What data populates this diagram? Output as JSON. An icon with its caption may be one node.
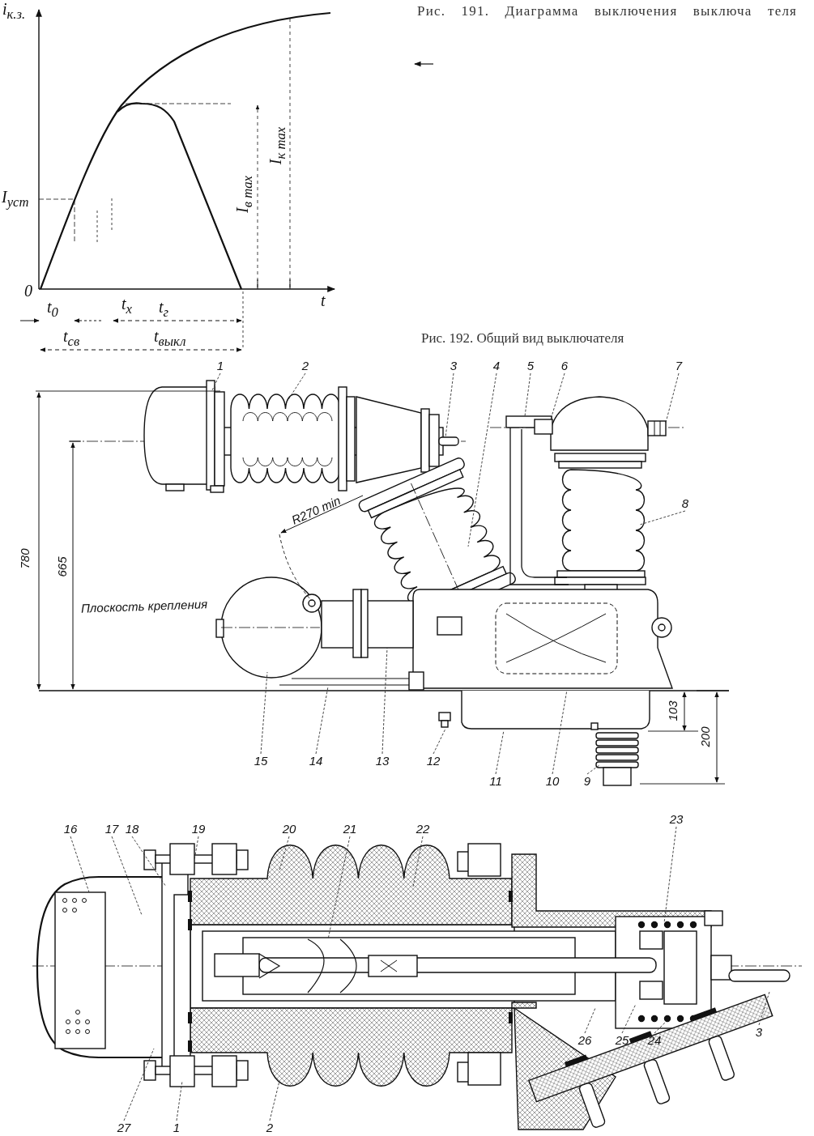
{
  "diagram": {
    "nodes": [
      {
        "text": [
          "1"
        ]
      },
      {
        "text": [
          "2"
        ]
      },
      {
        "text": [
          "3"
        ]
      },
      {
        "text": [
          "4"
        ]
      },
      {
        "text": [
          "5"
        ]
      },
      {
        "text": [
          "6"
        ]
      },
      {
        "text": [
          "7"
        ]
      },
      {
        "text": [
          "8"
        ]
      },
      {
        "text": [
          "15"
        ]
      },
      {
        "text": [
          "14"
        ]
      },
      {
        "text": [
          "13"
        ]
      },
      {
        "text": [
          "12"
        ]
      },
      {
        "text": [
          "11"
        ]
      },
      {
        "text": [
          "10"
        ]
      },
      {
        "text": [
          "9"
        ]
      },
      {
        "text": [
          "23"
        ]
      },
      {
        "text": [
          "16"
        ]
      },
      {
        "text": [
          "17"
        ]
      },
      {
        "text": [
          "18"
        ]
      },
      {
        "text": [
          "19"
        ]
      },
      {
        "text": [
          "20"
        ]
      },
      {
        "text": [
          "21"
        ]
      },
      {
        "text": [
          "22"
        ]
      },
      {
        "text": [
          "3"
        ]
      },
      {
        "text": [
          "26"
        ]
      },
      {
        "text": [
          "25"
        ]
      },
      {
        "text": [
          "24"
        ]
      },
      {
        "text": [
          "27"
        ]
      },
      {
        "text": [
          "1"
        ]
      },
      {
        "text": [
          "2"
        ]
      }
    ],
    "edges": [
      {
        "from": 0,
        "to": null,
        "arrow": "none"
      },
      {
        "from": 1,
        "to": null,
        "arrow": "none"
      },
      {
        "from": 2,
        "to": null,
        "arrow": "none"
      },
      {
        "from": 3,
        "to": null,
        "arrow": "none"
      },
      {
        "from": 4,
        "to": null,
        "arrow": "none"
      },
      {
        "from": 5,
        "to": null,
        "arrow": "none"
      },
      {
        "from": 6,
        "to": null,
        "arrow": "none"
      },
      {
        "from": 7,
        "to": null,
        "arrow": "none"
      },
      {
        "from": 8,
        "to": null,
        "arrow": "none"
      },
      {
        "from": 9,
        "to": null,
        "arrow": "none"
      },
      {
        "from": 10,
        "to": null,
        "arrow": "none"
      },
      {
        "from": 11,
        "to": null,
        "arrow": "none"
      },
      {
        "from": 12,
        "to": null,
        "arrow": "none"
      },
      {
        "from": 13,
        "to": null,
        "arrow": "none"
      },
      {
        "from": 14,
        "to": null,
        "arrow": "none"
      },
      {
        "from": 15,
        "to": null,
        "arrow": "none"
      },
      {
        "from": 16,
        "to": null,
        "arrow": "none"
      },
      {
        "from": 17,
        "to": null,
        "arrow": "none"
      },
      {
        "from": 18,
        "to": null,
        "arrow": "none"
      },
      {
        "from": 19,
        "to": null,
        "arrow": "none"
      },
      {
        "from": 20,
        "to": null,
        "arrow": "none"
      },
      {
        "from": 21,
        "to": null,
        "arrow": "none"
      },
      {
        "from": 22,
        "to": null,
        "arrow": "none"
      },
      {
        "from": 23,
        "to": null,
        "arrow": "none"
      },
      {
        "from": 24,
        "to": null,
        "arrow": "none"
      },
      {
        "from": 25,
        "to": null,
        "arrow": "none"
      },
      {
        "from": 26,
        "to": null,
        "arrow": "none"
      },
      {
        "from": 27,
        "to": null,
        "arrow": "none"
      },
      {
        "from": 28,
        "to": null,
        "arrow": "none"
      },
      {
        "from": 29,
        "to": null,
        "arrow": "none"
      }
    ],
    "labels": [
      "Рис. 191. Диаграмма выключения выключа теля",
      "Рис. 192. Общий вид выключателя",
      "i$_{к.з.}$",
      "I$_{уст}$",
      "0",
      "t",
      "t$_{0}$",
      "t$_{x}$",
      "t$_{г}$",
      "t$_{св}$",
      "t$_{выкл}$",
      "I$_{в max}$",
      "I$_{к max}$",
      "780",
      "665",
      "R270 min",
      "Плоскость крепления",
      "103",
      "200"
    ]
  }
}
